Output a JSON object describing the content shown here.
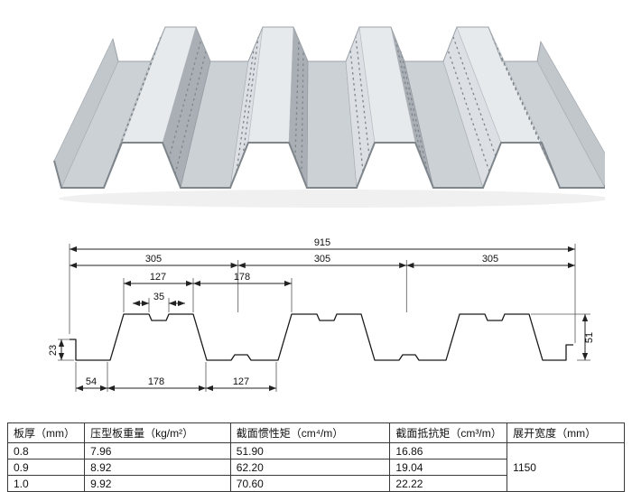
{
  "product_render": {
    "description": "galvanized corrugated steel floor deck panel, 3D view with embossed ribs"
  },
  "diagram": {
    "total_width": "915",
    "pitch": [
      "305",
      "305",
      "305"
    ],
    "top_dims": {
      "d127": "127",
      "d178": "178",
      "d35": "35"
    },
    "left_height": "23",
    "right_height": "51",
    "bottom_dims": {
      "d54": "54",
      "d178": "178",
      "d127": "127"
    }
  },
  "table": {
    "headers": [
      "板厚（mm）",
      "压型板重量（kg/m²）",
      "截面惯性矩（cm⁴/m）",
      "截面抵抗矩（cm³/m）",
      "展开宽度（mm）"
    ],
    "rows": [
      {
        "thickness": "0.8",
        "weight": "7.96",
        "inertia": "51.90",
        "resistance": "16.86"
      },
      {
        "thickness": "0.9",
        "weight": "8.92",
        "inertia": "62.20",
        "resistance": "19.04"
      },
      {
        "thickness": "1.0",
        "weight": "9.92",
        "inertia": "70.60",
        "resistance": "22.22"
      }
    ],
    "expanded_width": "1150"
  }
}
